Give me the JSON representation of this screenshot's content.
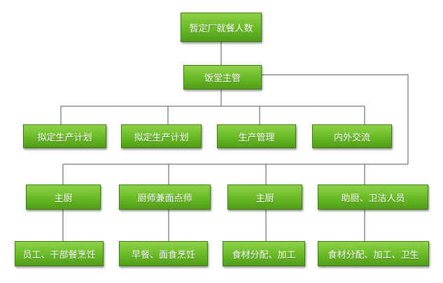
{
  "diagram": {
    "nodes": [
      {
        "id": "top",
        "label": "暂定厂就餐人数"
      },
      {
        "id": "manager",
        "label": "饭堂主管"
      },
      {
        "id": "plan1",
        "label": "拟定生产计划"
      },
      {
        "id": "plan2",
        "label": "拟定生产计划"
      },
      {
        "id": "prodmgmt",
        "label": "生产管理"
      },
      {
        "id": "comm",
        "label": "内外交流"
      },
      {
        "id": "chef1",
        "label": "主厨"
      },
      {
        "id": "cookteacher",
        "label": "厨师兼面点师"
      },
      {
        "id": "chef2",
        "label": "主厨"
      },
      {
        "id": "helpers",
        "label": "助厨、卫洁人员"
      },
      {
        "id": "task1",
        "label": "员工、干部餐烹饪"
      },
      {
        "id": "task2",
        "label": "早餐、面食烹饪"
      },
      {
        "id": "task3",
        "label": "食材分配、加工"
      },
      {
        "id": "task4",
        "label": "食材分配、加工、卫生"
      }
    ],
    "colors": {
      "node_fill": "#6fbf2a",
      "node_border": "#3f7d12",
      "connector": "#555555",
      "text": "#ffffff"
    }
  }
}
